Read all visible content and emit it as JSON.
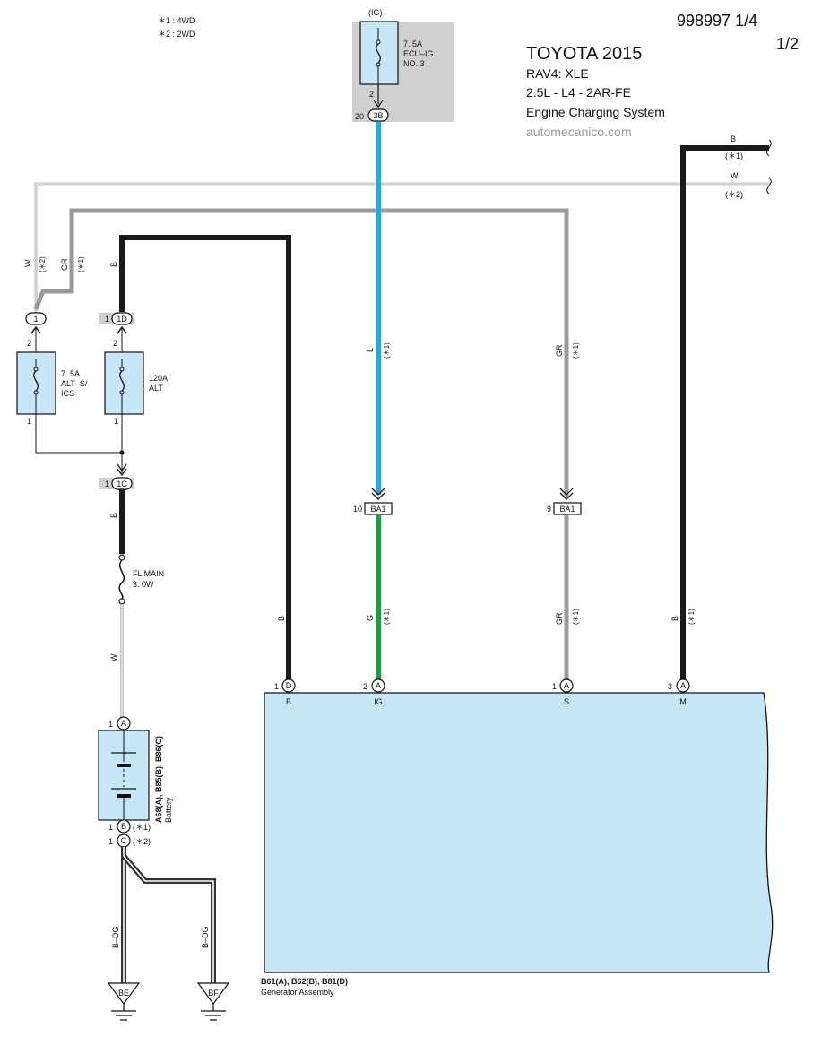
{
  "header": {
    "doc_id": "998997 1/4",
    "page": "1/2",
    "make_year": "TOYOTA 2015",
    "model": "RAV4: XLE",
    "engine": "2.5L - L4 - 2AR-FE",
    "system": "Engine Charging System",
    "watermark": "automecanico.com"
  },
  "legend": {
    "note1": "＊1 : 4WD",
    "note2": "＊2 : 2WD"
  },
  "fuses": {
    "ecu_ig": {
      "supply": "(IG)",
      "rating": "7. 5A",
      "name1": "ECU–IG",
      "name2": "NO. 3",
      "pin_out": "2",
      "conn_pin": "20",
      "conn": "3B"
    },
    "alt_s": {
      "rating": "7. 5A",
      "name1": "ALT–S/",
      "name2": "ICS",
      "pin_top": "2",
      "pin_bottom": "1",
      "conn": "1"
    },
    "alt": {
      "rating": "120A",
      "name": "ALT",
      "pin_top": "2",
      "pin_bottom": "1",
      "conn_pin": "1",
      "conn": "1D"
    },
    "fl_main": {
      "name": "FL MAIN",
      "rating": "3. 0W"
    }
  },
  "connectors": {
    "c1c": {
      "pin": "1",
      "id": "1C"
    },
    "ba1_left": {
      "pin": "10",
      "id": "BA1"
    },
    "ba1_right": {
      "pin": "9",
      "id": "BA1"
    }
  },
  "wires": {
    "b_top_right": {
      "color": "B",
      "note": "(＊1)"
    },
    "w_top_right": {
      "color": "W",
      "note": "(＊2)"
    },
    "w_left": {
      "color": "W",
      "note": "(＊2)"
    },
    "gr_left": {
      "color": "GR",
      "note": "(＊1)"
    },
    "b_alt": {
      "color": "B"
    },
    "b_1c": {
      "color": "B"
    },
    "w_fl": {
      "color": "W"
    },
    "l_mid": {
      "color": "L",
      "note": "(＊1)"
    },
    "gr_mid": {
      "color": "GR",
      "note": "(＊1)"
    },
    "b_gen": {
      "color": "B"
    },
    "g_low": {
      "color": "G",
      "note": "(＊1)"
    },
    "gr_low": {
      "color": "GR",
      "note": "(＊1)"
    },
    "b_m": {
      "color": "B",
      "note": "(＊1)"
    },
    "bdg_left": {
      "color": "B–DG"
    },
    "bdg_right": {
      "color": "B–DG"
    }
  },
  "battery": {
    "name": "A68(A), B85(B), B86(C)",
    "label": "Battery",
    "pin_a": "1",
    "conn_a": "A",
    "pin_b": "1",
    "conn_b": "B",
    "note_b": "(＊1)",
    "pin_c": "1",
    "conn_c": "C",
    "note_c": "(＊2)"
  },
  "grounds": {
    "left": "BE",
    "right": "BF"
  },
  "generator": {
    "name": "B61(A), B62(B), B81(D)",
    "label": "Generator Assembly",
    "terminals": [
      {
        "pin": "1",
        "conn": "D",
        "name": "B"
      },
      {
        "pin": "2",
        "conn": "A",
        "name": "IG"
      },
      {
        "pin": "1",
        "conn": "A",
        "name": "S"
      },
      {
        "pin": "3",
        "conn": "A",
        "name": "M"
      }
    ]
  },
  "colors": {
    "wire_black": "#1a1a1a",
    "wire_blue": "#29a8e0",
    "wire_green": "#1e9a46",
    "wire_gray": "#9a9a9a",
    "component_fill": "#c7e6f7",
    "fuse_box_gray": "#d0d0d0"
  }
}
